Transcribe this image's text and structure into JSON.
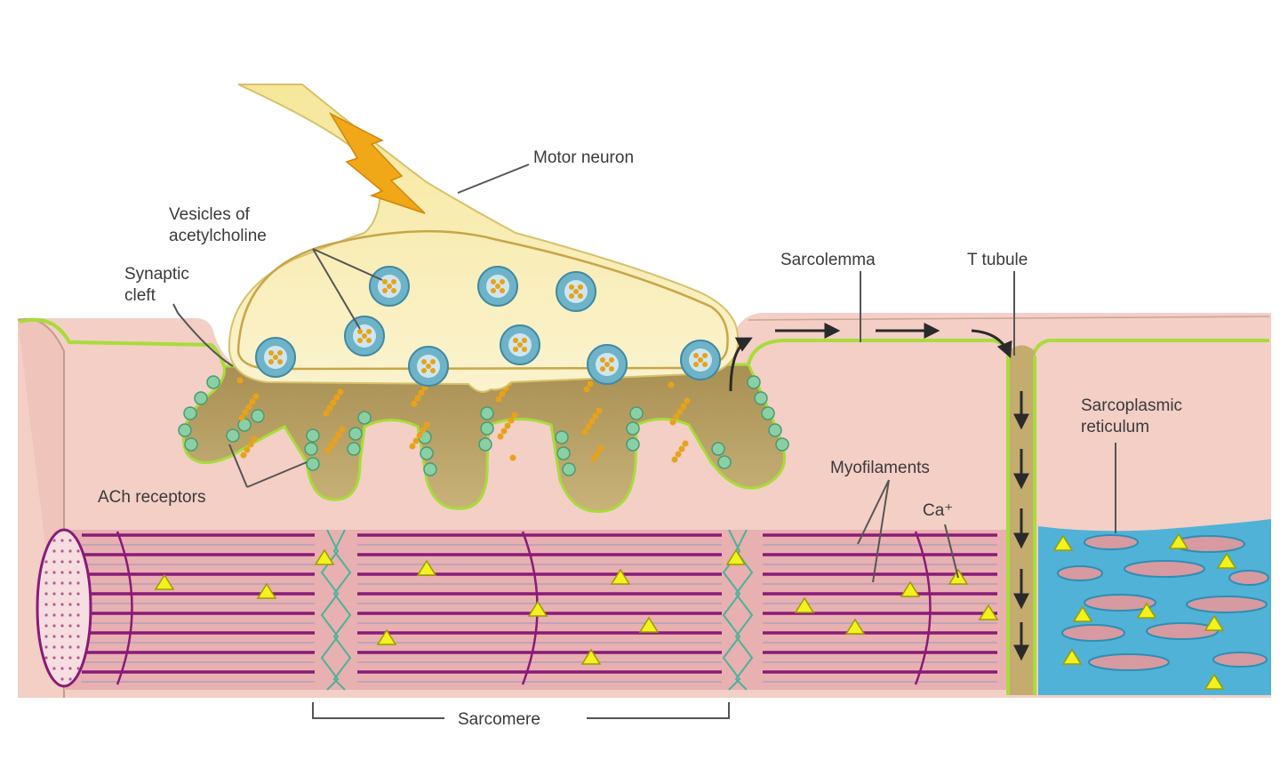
{
  "labels": {
    "motor_neuron": "Motor neuron",
    "vesicles_line1": "Vesicles of",
    "vesicles_line2": "acetylcholine",
    "synaptic_line1": "Synaptic",
    "synaptic_line2": "cleft",
    "sarcolemma": "Sarcolemma",
    "t_tubule": "T tubule",
    "sr_line1": "Sarcoplasmic",
    "sr_line2": "reticulum",
    "myofilaments": "Myofilaments",
    "calcium": "Ca⁺",
    "ach_receptors": "ACh receptors",
    "sarcomere": "Sarcomere"
  },
  "colors": {
    "muscle_pink": "#f3cfc6",
    "membrane_green": "#a8dc3a",
    "neuron_yellow": "#f8ecae",
    "cleft_brown": "#b99e5e",
    "receptor_green": "#8ad0a6",
    "vesicle_blue": "#6fb3c8",
    "ach_gold": "#e8a21a",
    "filament_purple": "#8a1a78",
    "sr_blue": "#4fb2d6",
    "calcium_yellow": "#f2f21e",
    "impulse_orange": "#f0a818"
  },
  "icons": {
    "impulse": "lightning-bolt-icon",
    "calcium": "triangle-marker-icon"
  }
}
